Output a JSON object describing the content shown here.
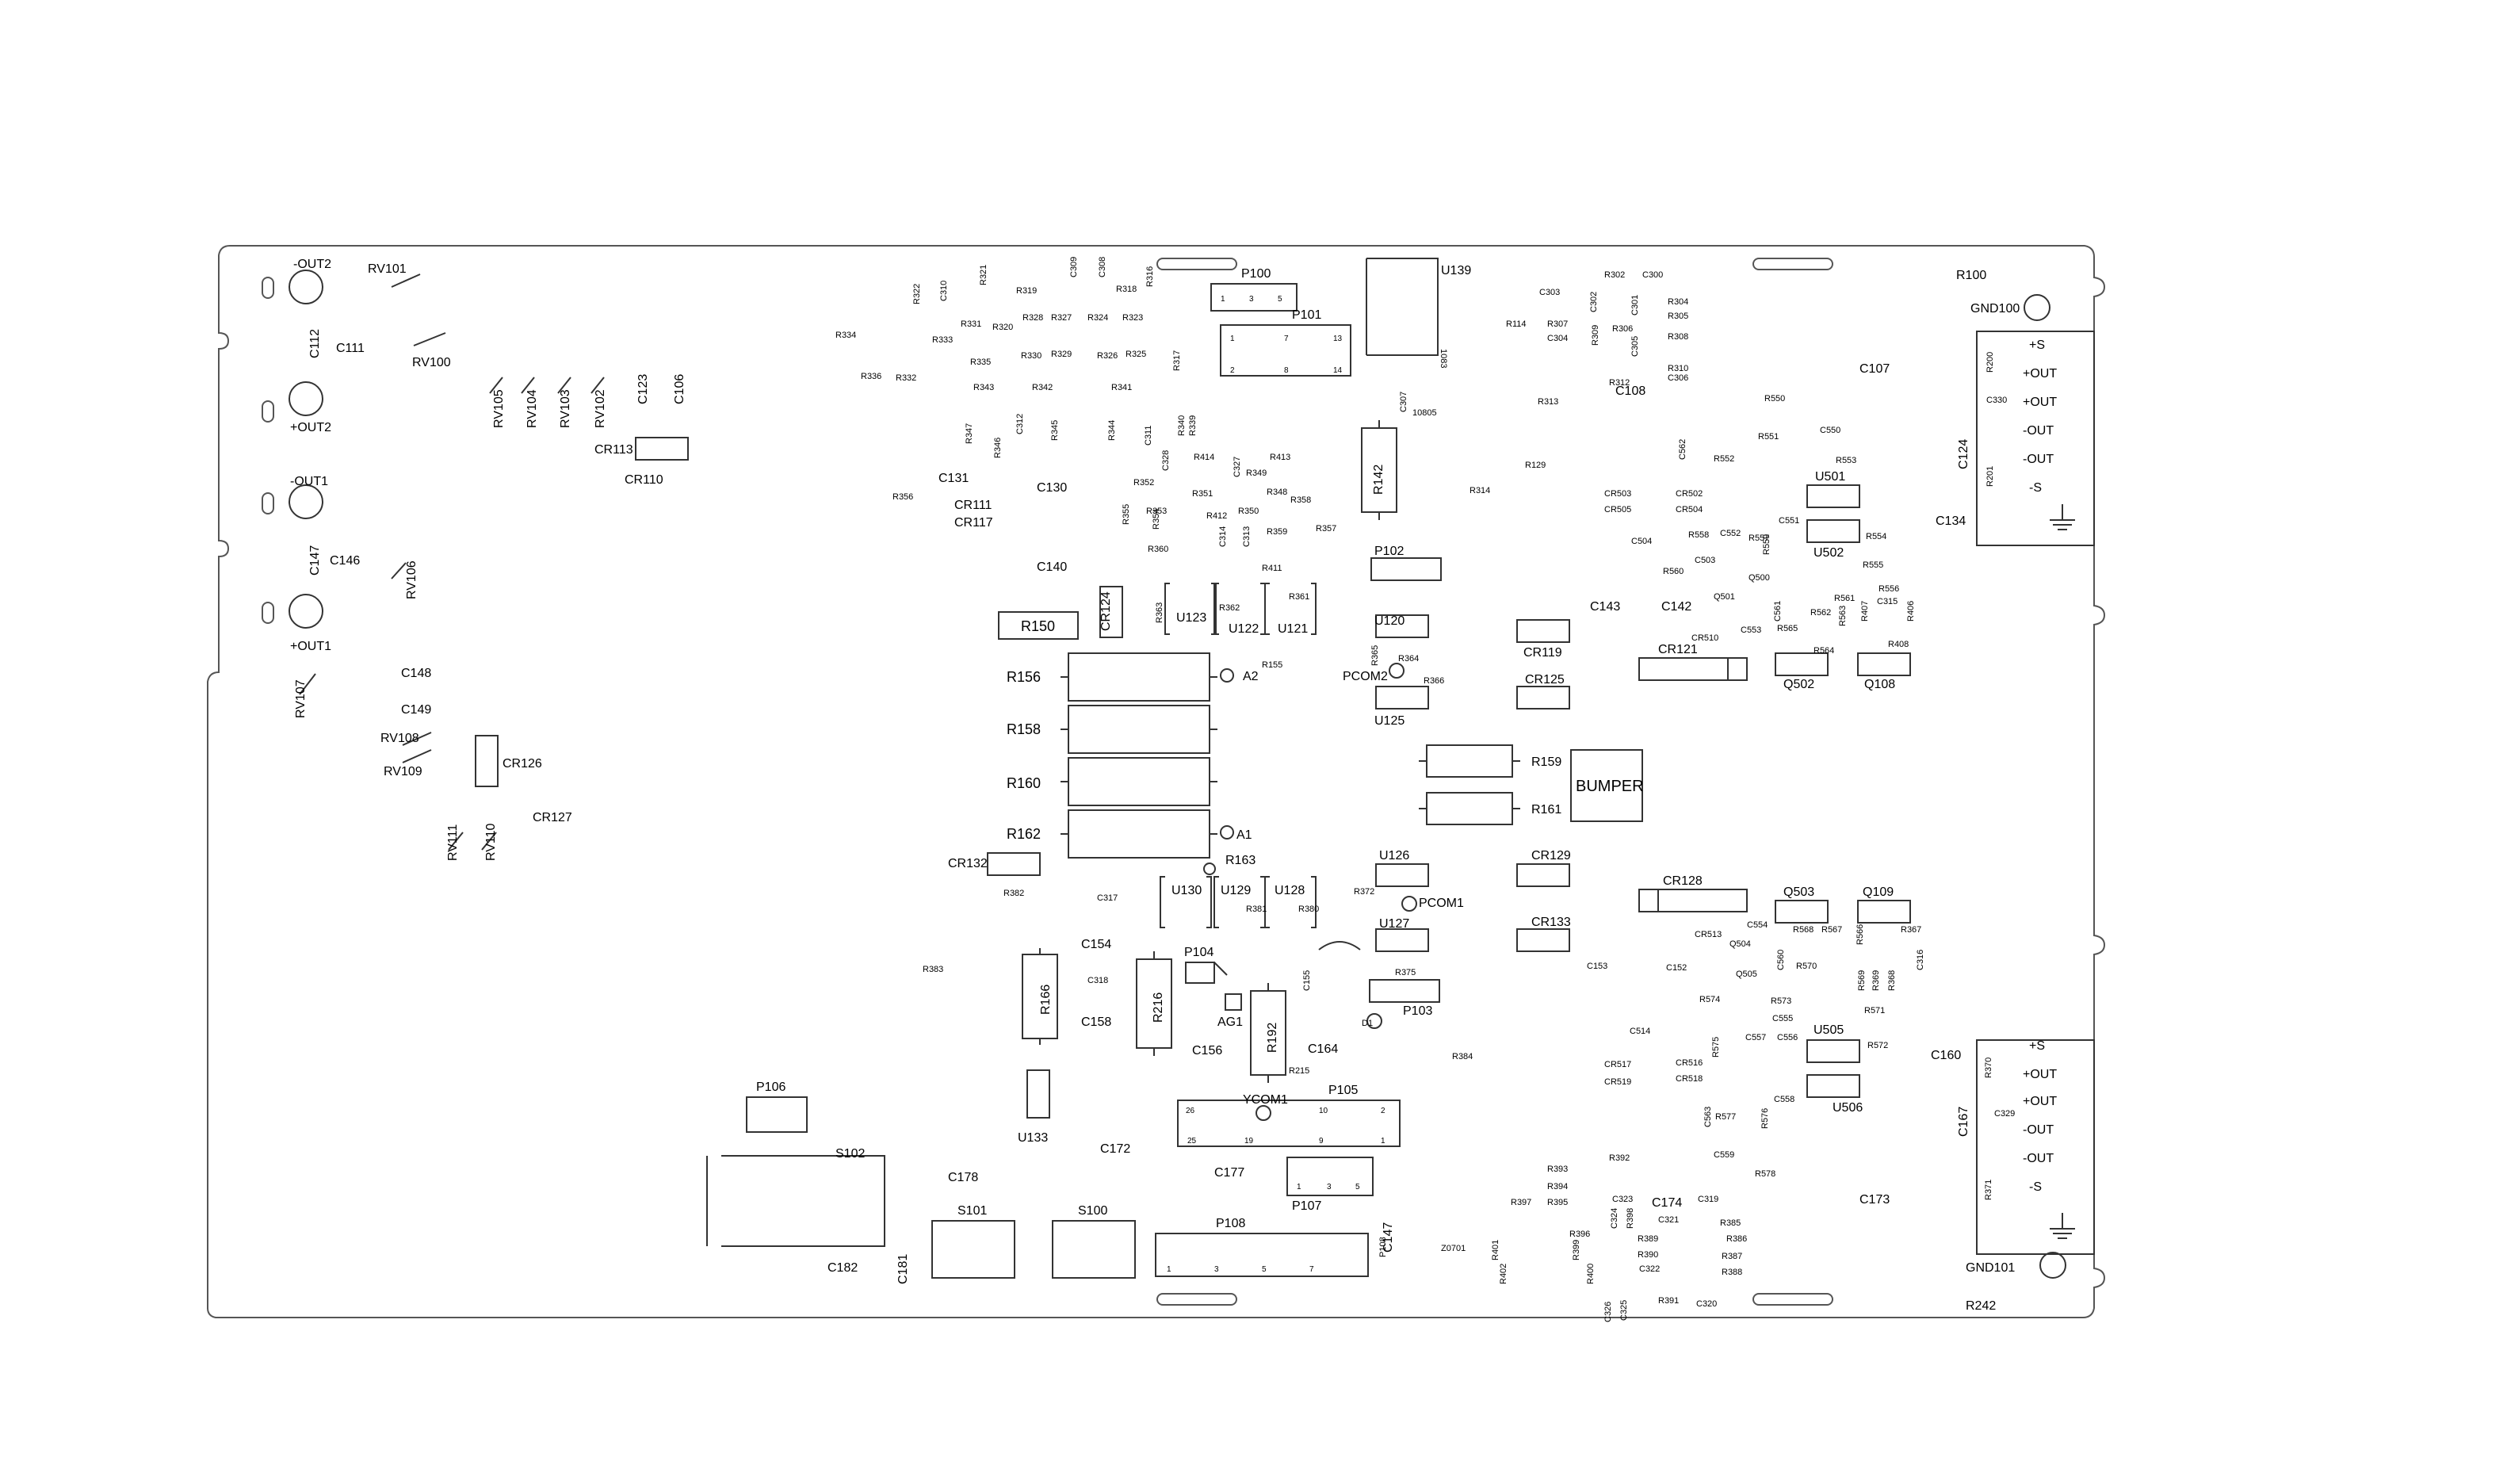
{
  "board": {
    "edge_marks": {
      "top": [
        "1083",
        "10805"
      ]
    },
    "bumper_label": "BUMPER"
  },
  "labels": [
    {
      "t": "-OUT2"
    },
    {
      "t": "RV101"
    },
    {
      "t": "C112"
    },
    {
      "t": "C111"
    },
    {
      "t": "RV100"
    },
    {
      "t": "+OUT2"
    },
    {
      "t": "-OUT1"
    },
    {
      "t": "C147"
    },
    {
      "t": "C146"
    },
    {
      "t": "RV106"
    },
    {
      "t": "+OUT1"
    },
    {
      "t": "RV107"
    },
    {
      "t": "C148"
    },
    {
      "t": "C149"
    },
    {
      "t": "RV108"
    },
    {
      "t": "RV109"
    },
    {
      "t": "CR126"
    },
    {
      "t": "CR127"
    },
    {
      "t": "RV111"
    },
    {
      "t": "RV110"
    },
    {
      "t": "RV105"
    },
    {
      "t": "RV104"
    },
    {
      "t": "RV103"
    },
    {
      "t": "RV102"
    },
    {
      "t": "C123"
    },
    {
      "t": "C106"
    },
    {
      "t": "CR113"
    },
    {
      "t": "CR110"
    },
    {
      "t": "R334"
    },
    {
      "t": "R336"
    },
    {
      "t": "R332"
    },
    {
      "t": "R322"
    },
    {
      "t": "C310"
    },
    {
      "t": "R321"
    },
    {
      "t": "R319"
    },
    {
      "t": "R331"
    },
    {
      "t": "R333"
    },
    {
      "t": "R320"
    },
    {
      "t": "R328"
    },
    {
      "t": "R327"
    },
    {
      "t": "R324"
    },
    {
      "t": "R323"
    },
    {
      "t": "R318"
    },
    {
      "t": "R316"
    },
    {
      "t": "C309"
    },
    {
      "t": "C308"
    },
    {
      "t": "R335"
    },
    {
      "t": "R330"
    },
    {
      "t": "R329"
    },
    {
      "t": "R326"
    },
    {
      "t": "R325"
    },
    {
      "t": "R343"
    },
    {
      "t": "R342"
    },
    {
      "t": "R341"
    },
    {
      "t": "R317"
    },
    {
      "t": "R356"
    },
    {
      "t": "R347"
    },
    {
      "t": "R346"
    },
    {
      "t": "C312"
    },
    {
      "t": "R345"
    },
    {
      "t": "R344"
    },
    {
      "t": "C311"
    },
    {
      "t": "C328"
    },
    {
      "t": "R340"
    },
    {
      "t": "R339"
    },
    {
      "t": "R414"
    },
    {
      "t": "C327"
    },
    {
      "t": "R349"
    },
    {
      "t": "R413"
    },
    {
      "t": "C131"
    },
    {
      "t": "C130"
    },
    {
      "t": "CR111"
    },
    {
      "t": "CR117"
    },
    {
      "t": "R352"
    },
    {
      "t": "R351"
    },
    {
      "t": "R348"
    },
    {
      "t": "R358"
    },
    {
      "t": "R355"
    },
    {
      "t": "R354"
    },
    {
      "t": "R353"
    },
    {
      "t": "R412"
    },
    {
      "t": "R350"
    },
    {
      "t": "C314"
    },
    {
      "t": "C313"
    },
    {
      "t": "R359"
    },
    {
      "t": "R357"
    },
    {
      "t": "R360"
    },
    {
      "t": "C140"
    },
    {
      "t": "R411"
    },
    {
      "t": "R363"
    },
    {
      "t": "U123"
    },
    {
      "t": "R362"
    },
    {
      "t": "R361"
    },
    {
      "t": "U122"
    },
    {
      "t": "U121"
    },
    {
      "t": "R155"
    },
    {
      "t": "A2"
    },
    {
      "t": "A1"
    },
    {
      "t": "R163"
    },
    {
      "t": "CR132"
    },
    {
      "t": "R382"
    },
    {
      "t": "C317"
    },
    {
      "t": "U130"
    },
    {
      "t": "U129"
    },
    {
      "t": "U128"
    },
    {
      "t": "R381"
    },
    {
      "t": "R380"
    },
    {
      "t": "R372"
    },
    {
      "t": "PCOM1"
    },
    {
      "t": "PCOM2"
    },
    {
      "t": "R383"
    },
    {
      "t": "C154"
    },
    {
      "t": "C318"
    },
    {
      "t": "P104"
    },
    {
      "t": "AG1"
    },
    {
      "t": "C158"
    },
    {
      "t": "C155"
    },
    {
      "t": "R375"
    },
    {
      "t": "C156"
    },
    {
      "t": "R215"
    },
    {
      "t": "C164"
    },
    {
      "t": "R384"
    },
    {
      "t": "U133"
    },
    {
      "t": "C172"
    },
    {
      "t": "YCOM1"
    },
    {
      "t": "C177"
    },
    {
      "t": "C178"
    },
    {
      "t": "C182"
    },
    {
      "t": "C181"
    },
    {
      "t": "S102"
    },
    {
      "t": "P106"
    },
    {
      "t": "S101"
    },
    {
      "t": "S100"
    },
    {
      "t": "P108"
    },
    {
      "t": "C147"
    },
    {
      "t": "Z0701"
    },
    {
      "t": "R402"
    },
    {
      "t": "R401"
    },
    {
      "t": "R397"
    },
    {
      "t": "R393"
    },
    {
      "t": "R394"
    },
    {
      "t": "R395"
    },
    {
      "t": "R392"
    },
    {
      "t": "R396"
    },
    {
      "t": "R399"
    },
    {
      "t": "R400"
    },
    {
      "t": "C323"
    },
    {
      "t": "C324"
    },
    {
      "t": "R398"
    },
    {
      "t": "C174"
    },
    {
      "t": "C321"
    },
    {
      "t": "C319"
    },
    {
      "t": "R389"
    },
    {
      "t": "R390"
    },
    {
      "t": "C322"
    },
    {
      "t": "R385"
    },
    {
      "t": "R386"
    },
    {
      "t": "R387"
    },
    {
      "t": "R388"
    },
    {
      "t": "C326"
    },
    {
      "t": "C325"
    },
    {
      "t": "R391"
    },
    {
      "t": "C320"
    },
    {
      "t": "C173"
    },
    {
      "t": "U139"
    },
    {
      "t": "C303"
    },
    {
      "t": "R302"
    },
    {
      "t": "C300"
    },
    {
      "t": "R114"
    },
    {
      "t": "R307"
    },
    {
      "t": "C304"
    },
    {
      "t": "C302"
    },
    {
      "t": "R309"
    },
    {
      "t": "R306"
    },
    {
      "t": "C301"
    },
    {
      "t": "C305"
    },
    {
      "t": "R304"
    },
    {
      "t": "R305"
    },
    {
      "t": "R308"
    },
    {
      "t": "R310"
    },
    {
      "t": "C306"
    },
    {
      "t": "R312"
    },
    {
      "t": "C108"
    },
    {
      "t": "C307"
    },
    {
      "t": "R313"
    },
    {
      "t": "R129"
    },
    {
      "t": "R314"
    },
    {
      "t": "R100"
    },
    {
      "t": "GND100"
    },
    {
      "t": "C107"
    },
    {
      "t": "R550"
    },
    {
      "t": "R551"
    },
    {
      "t": "C550"
    },
    {
      "t": "C562"
    },
    {
      "t": "R552"
    },
    {
      "t": "R553"
    },
    {
      "t": "U501"
    },
    {
      "t": "CR503"
    },
    {
      "t": "CR505"
    },
    {
      "t": "CR502"
    },
    {
      "t": "CR504"
    },
    {
      "t": "C551"
    },
    {
      "t": "C504"
    },
    {
      "t": "R558"
    },
    {
      "t": "C552"
    },
    {
      "t": "R557"
    },
    {
      "t": "R559"
    },
    {
      "t": "U502"
    },
    {
      "t": "R554"
    },
    {
      "t": "C503"
    },
    {
      "t": "R560"
    },
    {
      "t": "Q500"
    },
    {
      "t": "R555"
    },
    {
      "t": "C143"
    },
    {
      "t": "C142"
    },
    {
      "t": "Q501"
    },
    {
      "t": "R556"
    },
    {
      "t": "R561"
    },
    {
      "t": "C315"
    },
    {
      "t": "C561"
    },
    {
      "t": "R562"
    },
    {
      "t": "R563"
    },
    {
      "t": "R407"
    },
    {
      "t": "R406"
    },
    {
      "t": "CR510"
    },
    {
      "t": "C553"
    },
    {
      "t": "R565"
    },
    {
      "t": "CR121"
    },
    {
      "t": "R564"
    },
    {
      "t": "R408"
    },
    {
      "t": "Q502"
    },
    {
      "t": "Q108"
    },
    {
      "t": "C134"
    },
    {
      "t": "C124"
    },
    {
      "t": "R200"
    },
    {
      "t": "C330"
    },
    {
      "t": "R201"
    },
    {
      "t": "CR119"
    },
    {
      "t": "CR125"
    },
    {
      "t": "R364"
    },
    {
      "t": "R365"
    },
    {
      "t": "R366"
    },
    {
      "t": "U125"
    },
    {
      "t": "U120"
    },
    {
      "t": "P102"
    },
    {
      "t": "R142"
    },
    {
      "t": "R159"
    },
    {
      "t": "R161"
    },
    {
      "t": "U126"
    },
    {
      "t": "CR129"
    },
    {
      "t": "U127"
    },
    {
      "t": "CR133"
    },
    {
      "t": "C153"
    },
    {
      "t": "P103"
    },
    {
      "t": "D1"
    },
    {
      "t": "CR128"
    },
    {
      "t": "Q503"
    },
    {
      "t": "Q109"
    },
    {
      "t": "C554"
    },
    {
      "t": "R568"
    },
    {
      "t": "R567"
    },
    {
      "t": "R566"
    },
    {
      "t": "R367"
    },
    {
      "t": "CR513"
    },
    {
      "t": "Q504"
    },
    {
      "t": "C560"
    },
    {
      "t": "R570"
    },
    {
      "t": "C316"
    },
    {
      "t": "C152"
    },
    {
      "t": "Q505"
    },
    {
      "t": "R569"
    },
    {
      "t": "R369"
    },
    {
      "t": "R368"
    },
    {
      "t": "R574"
    },
    {
      "t": "R573"
    },
    {
      "t": "R571"
    },
    {
      "t": "C514"
    },
    {
      "t": "C555"
    },
    {
      "t": "U505"
    },
    {
      "t": "R575"
    },
    {
      "t": "C557"
    },
    {
      "t": "C556"
    },
    {
      "t": "R572"
    },
    {
      "t": "C160"
    },
    {
      "t": "CR517"
    },
    {
      "t": "CR516"
    },
    {
      "t": "CR519"
    },
    {
      "t": "CR518"
    },
    {
      "t": "U506"
    },
    {
      "t": "C558"
    },
    {
      "t": "C563"
    },
    {
      "t": "R577"
    },
    {
      "t": "R576"
    },
    {
      "t": "C559"
    },
    {
      "t": "R578"
    },
    {
      "t": "C167"
    },
    {
      "t": "R370"
    },
    {
      "t": "C329"
    },
    {
      "t": "R371"
    },
    {
      "t": "GND101"
    },
    {
      "t": "R242"
    },
    {
      "t": "R150"
    },
    {
      "t": "CR124"
    },
    {
      "t": "R156"
    },
    {
      "t": "R158"
    },
    {
      "t": "R160"
    },
    {
      "t": "R162"
    },
    {
      "t": "R166"
    },
    {
      "t": "R216"
    },
    {
      "t": "R192"
    }
  ],
  "connectors": {
    "p100": {
      "name": "P100",
      "pins": [
        "1",
        "3",
        "5"
      ]
    },
    "p101": {
      "name": "P101",
      "pins_top": [
        "1",
        "7",
        "13"
      ],
      "pins_bottom": [
        "2",
        "8",
        "14"
      ]
    },
    "p105": {
      "name": "P105",
      "pins_top": [
        "26",
        "10",
        "2"
      ],
      "pins_bottom": [
        "25",
        "19",
        "9",
        "1"
      ]
    },
    "p107": {
      "name": "P107",
      "pins": [
        "1",
        "3",
        "5"
      ]
    },
    "p108": {
      "name": "P108",
      "pins": [
        "1",
        "3",
        "5",
        "7"
      ]
    }
  },
  "terminals": {
    "top": [
      "+S",
      "+OUT",
      "+OUT",
      "-OUT",
      "-OUT",
      "-S"
    ],
    "bottom": [
      "+S",
      "+OUT",
      "+OUT",
      "-OUT",
      "-OUT",
      "-S"
    ]
  }
}
